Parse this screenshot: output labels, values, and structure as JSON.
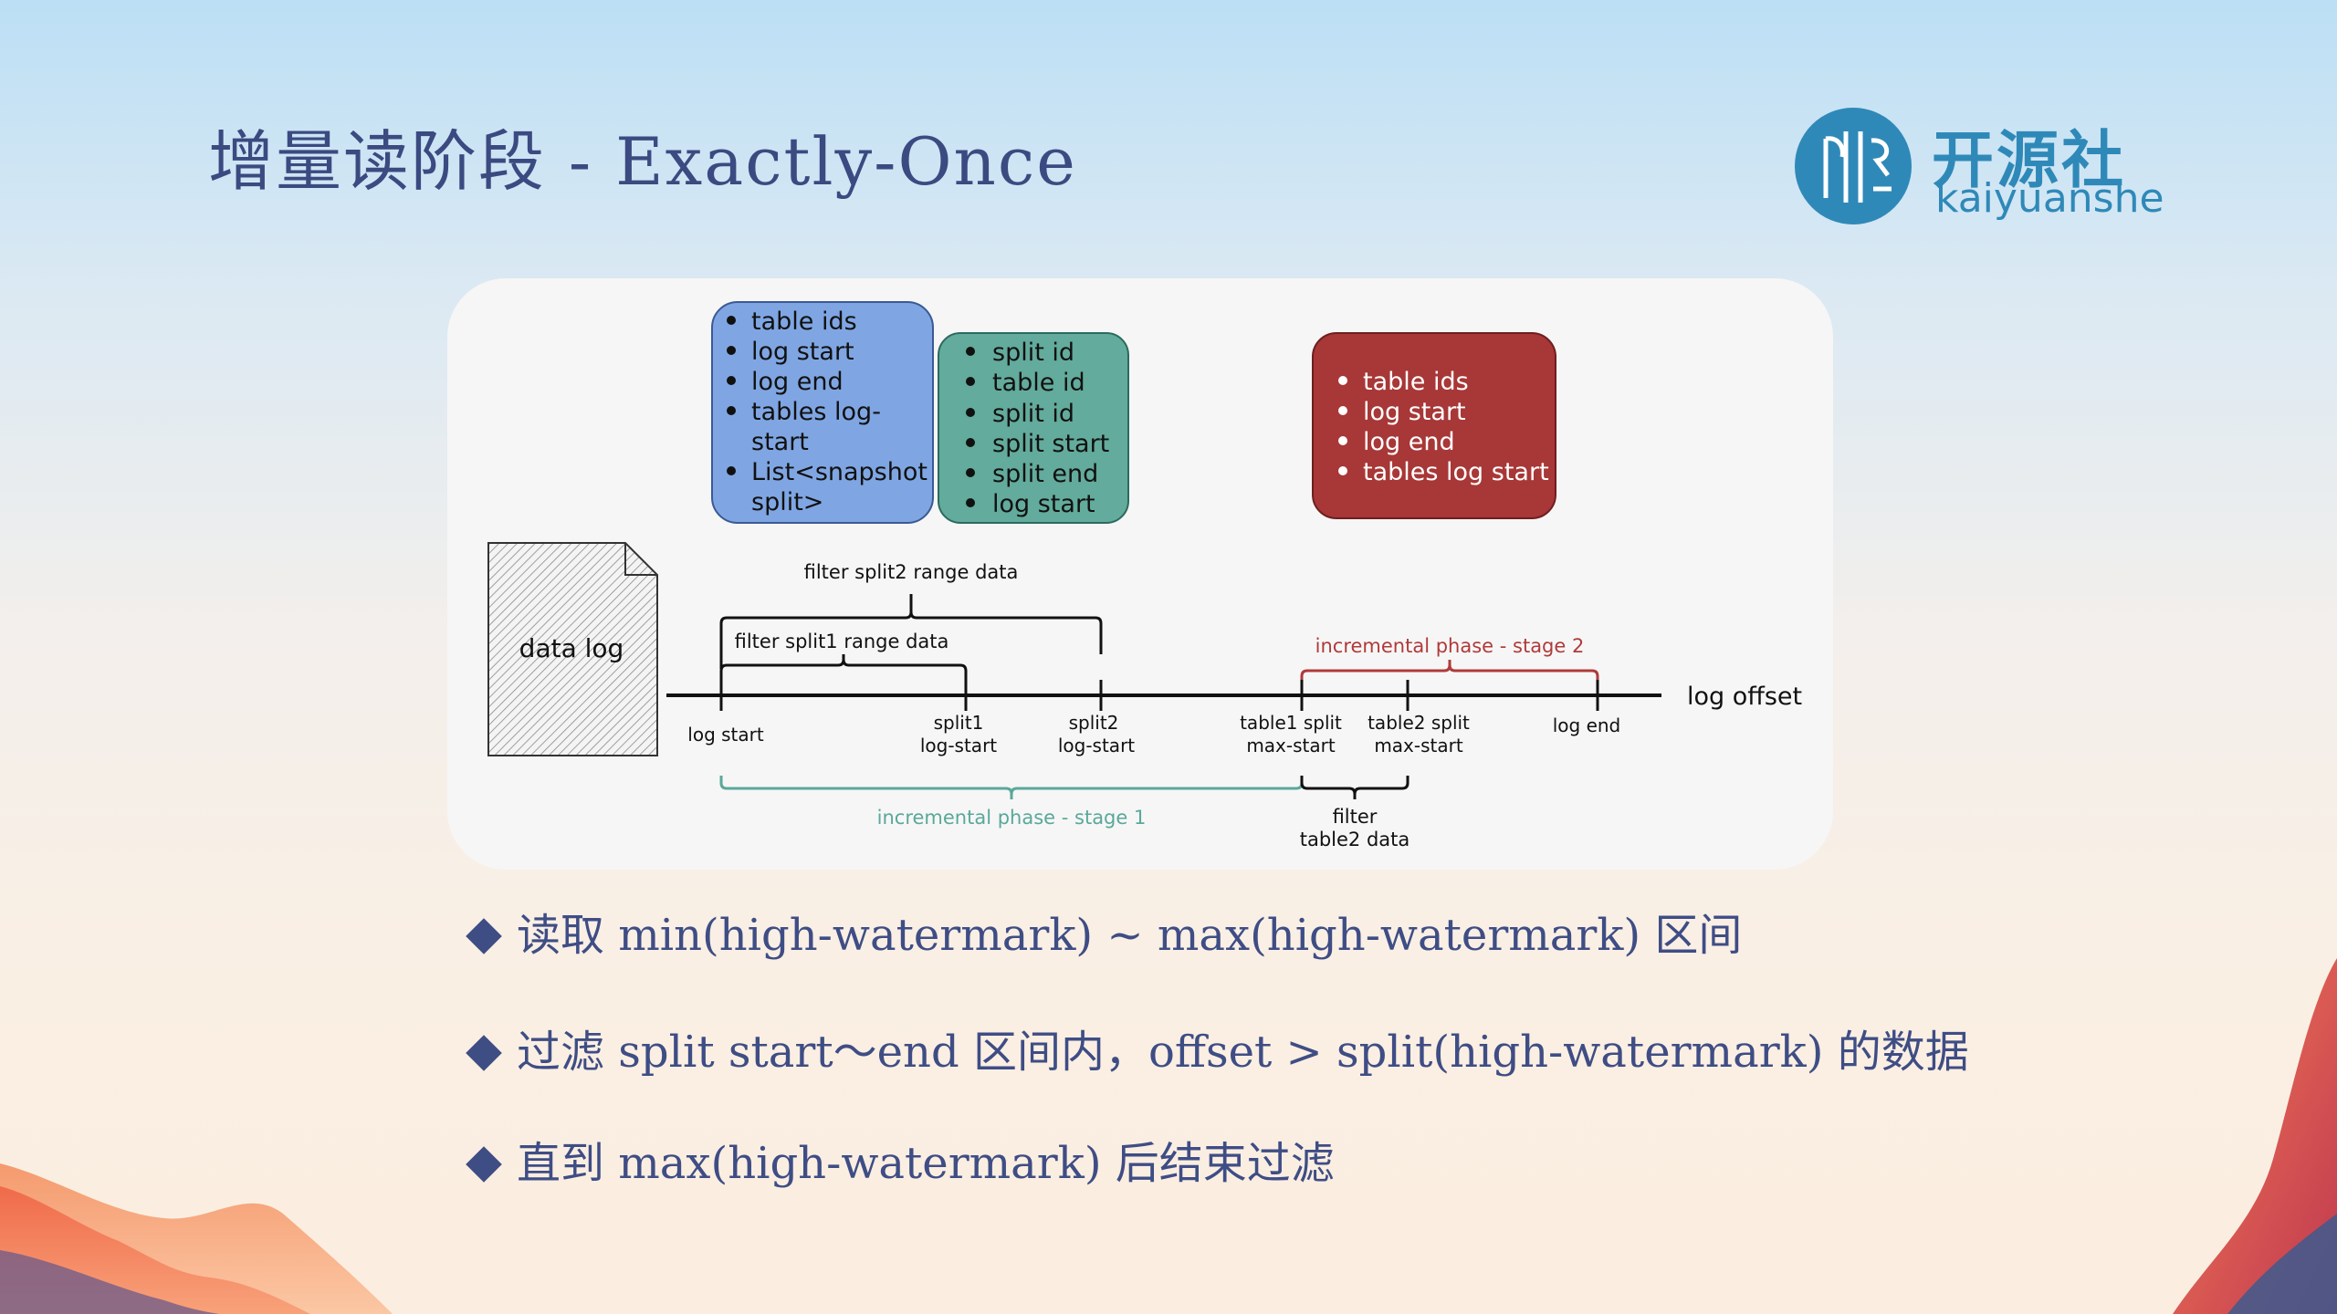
{
  "title": "增量读阶段 - Exactly-Once",
  "logo": {
    "name": "开源社",
    "sub": "kaiyuanshe"
  },
  "colors": {
    "title": "#3b4a80",
    "logo": "#2f89b8",
    "box_blue": "#7fa6e3",
    "box_green": "#63ab9c",
    "box_red": "#a83737",
    "stage1": "#5aa89a",
    "stage2": "#b03a3a"
  },
  "diagram": {
    "data_log_label": "data log",
    "blue_box": [
      "table ids",
      "log start",
      "log end",
      "tables log-",
      "start",
      "List<snapshot",
      "split>"
    ],
    "green_box": [
      "split id",
      "table id",
      "split id",
      "split start",
      "split end",
      "log start"
    ],
    "red_box": [
      "table ids",
      "log start",
      "log end",
      "tables log start"
    ],
    "filter_split2": "filter split2 range data",
    "filter_split1": "filter split1 range data",
    "stage2_label": "incremental phase - stage 2",
    "axis_label": "log offset",
    "ticks": {
      "log_start": "log start",
      "split1_a": "split1",
      "split1_b": "log-start",
      "split2_a": "split2",
      "split2_b": "log-start",
      "t1_a": "table1 split",
      "t1_b": "max-start",
      "t2_a": "table2 split",
      "t2_b": "max-start",
      "log_end": "log end"
    },
    "stage1_label": "incremental phase - stage 1",
    "filter_t2_a": "filter",
    "filter_t2_b": "table2 data"
  },
  "bullets": [
    "读取 min(high-watermark) ~ max(high-watermark) 区间",
    "过滤 split start～end 区间内，offset > split(high-watermark) 的数据",
    "直到 max(high-watermark) 后结束过滤"
  ]
}
